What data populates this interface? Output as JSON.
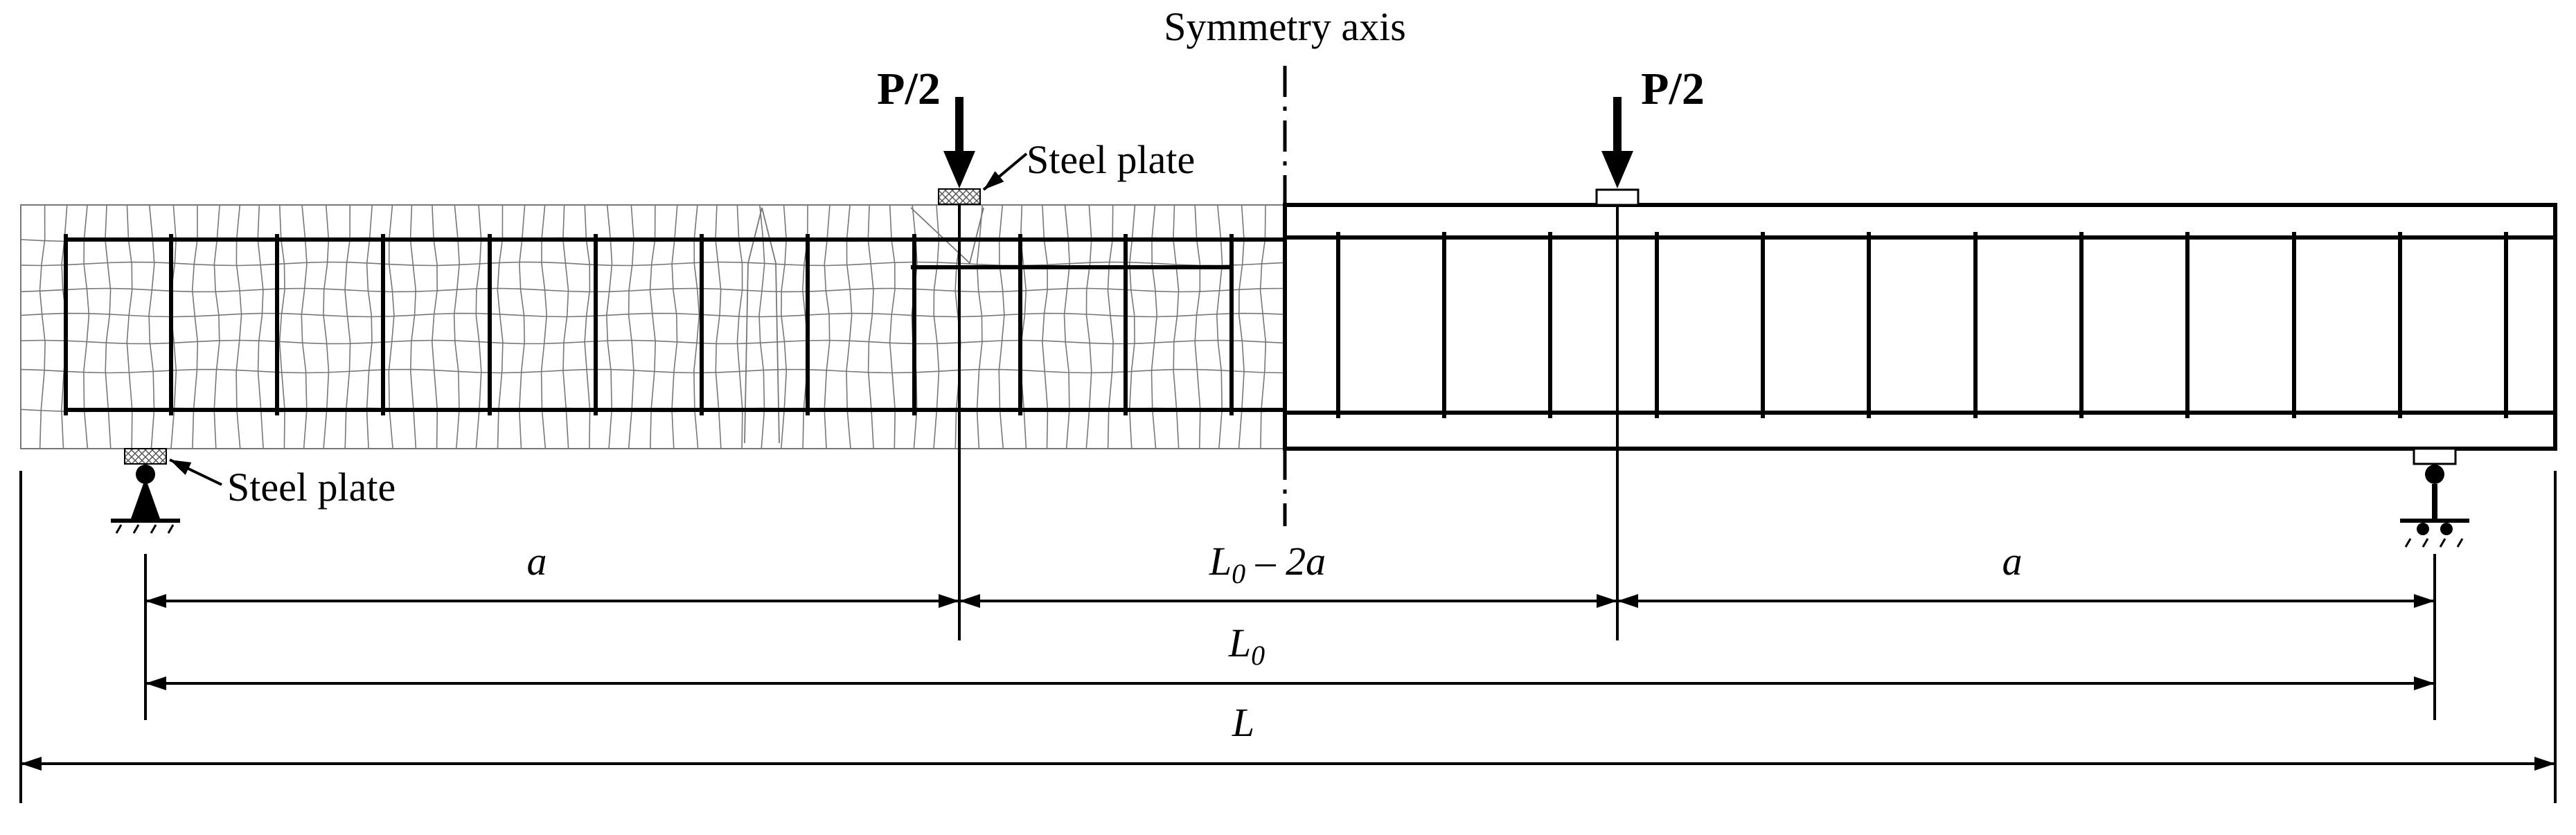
{
  "labels": {
    "symmetry_axis": "Symmetry axis",
    "load_left": "P/2",
    "load_right": "P/2",
    "steel_plate_top": "Steel plate",
    "steel_plate_bottom": "Steel plate",
    "dim_a_left": "a",
    "dim_middle_main": "L",
    "dim_middle_sub": "0",
    "dim_middle_rest": " – 2a",
    "dim_a_right": "a",
    "dim_L0_main": "L",
    "dim_L0_sub": "0",
    "dim_L": "L"
  },
  "colors": {
    "line": "#000000",
    "mesh": "#777777",
    "background": "#ffffff"
  },
  "icons": [
    "load-arrow-icon",
    "pin-support-icon",
    "roller-support-icon",
    "steel-plate-icon"
  ]
}
